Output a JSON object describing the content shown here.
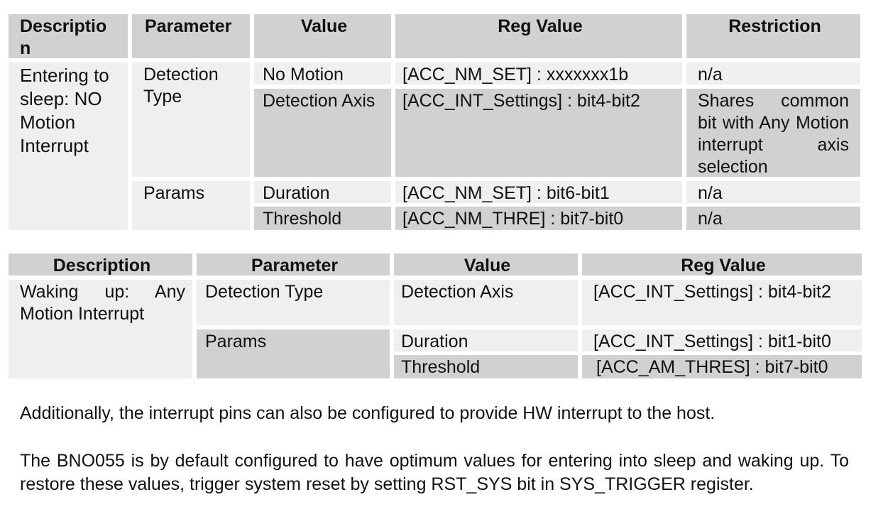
{
  "table1": {
    "headers": [
      "Descriptio\nn",
      "Parameter",
      "Value",
      "Reg Value",
      "Restriction"
    ],
    "description": "Entering to sleep: NO Motion Interrupt",
    "rows": [
      {
        "parameter": "Detection Type",
        "value": "No Motion",
        "reg": "[ACC_NM_SET] : xxxxxxx1b",
        "restriction": "n/a"
      },
      {
        "value": "Detection Axis",
        "reg": "[ACC_INT_Settings] : bit4-bit2",
        "restriction": "Shares common bit with Any Motion interrupt axis selection"
      },
      {
        "parameter": "Params",
        "value": "Duration",
        "reg": "[ACC_NM_SET] : bit6-bit1",
        "restriction": "n/a"
      },
      {
        "value": "Threshold",
        "reg": "[ACC_NM_THRE] : bit7-bit0",
        "restriction": "n/a"
      }
    ]
  },
  "table2": {
    "headers": [
      "Description",
      "Parameter",
      "Value",
      "Reg Value"
    ],
    "description": "Waking up: Any Motion Interrupt",
    "rows": [
      {
        "parameter": "Detection Type",
        "value": "Detection Axis",
        "reg": "[ACC_INT_Settings] : bit4-bit2"
      },
      {
        "parameter": "Params",
        "value": "Duration",
        "reg": "[ACC_INT_Settings] : bit1-bit0"
      },
      {
        "value": "Threshold",
        "reg": "[ACC_AM_THRES] : bit7-bit0"
      }
    ]
  },
  "paragraphs": [
    "Additionally, the interrupt pins can also be configured to provide HW interrupt to the host.",
    "The BNO055 is by default configured to have optimum values for entering into sleep and waking up. To restore these values, trigger system reset by setting RST_SYS bit in SYS_TRIGGER register."
  ]
}
